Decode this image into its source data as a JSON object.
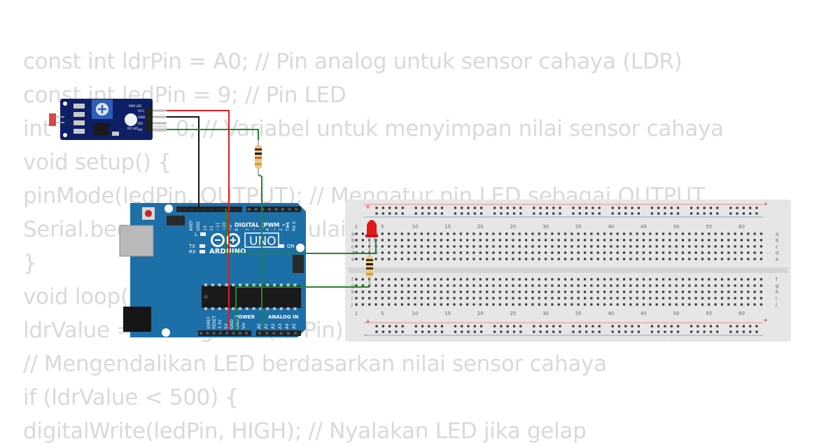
{
  "code": [
    "const int ldrPin = A0; // Pin analog untuk sensor cahaya (LDR)",
    "const int ledPin = 9; // Pin LED",
    "int ldrValue = 0; // Variabel untuk menyimpan nilai sensor cahaya",
    "void setup() {",
    "pinMode(ledPin, OUTPUT); // Mengatur pin LED sebagai OUTPUT",
    "Serial.begin(9600); // Memulai komunikasi serial",
    "}",
    "void loop() {",
    "ldrValue = analogRead(ldrPin); // Membaca nilai sensor cahaya",
    "// Mengendalikan LED berdasarkan nilai sensor cahaya",
    "if (ldrValue < 500) {",
    "digitalWrite(ledPin, HIGH); // Nyalakan LED jika gelap"
  ],
  "arduino": {
    "brand": "ARDUINO",
    "model": "UNO",
    "digital_label": "DIGITAL (PWM ~)",
    "power_label": "POWER",
    "analog_label": "ANALOG IN",
    "on_label": "ON",
    "tx_label": "TX",
    "rx_label": "RX",
    "l_label": "L",
    "top_pins": [
      "AREF",
      "GND",
      "13",
      "12",
      "~11",
      "~10",
      "~9",
      "8",
      "7",
      "~6",
      "~5",
      "4",
      "~3",
      "2",
      "TX 1",
      "RX 0"
    ],
    "power_pins": [
      "IOREF",
      "RESET",
      "3.3V",
      "5V",
      "GND",
      "GND",
      "Vin"
    ],
    "analog_pins": [
      "A0",
      "A1",
      "A2",
      "A3",
      "A4",
      "A5"
    ]
  },
  "sensor": {
    "pin_labels": [
      "VCC",
      "GND",
      "DO",
      "AO"
    ],
    "led_labels": [
      "PWR LED",
      "DO LED"
    ]
  },
  "breadboard": {
    "column_numbers": [
      "1",
      "5",
      "10",
      "15",
      "20",
      "25",
      "30",
      "35",
      "40",
      "45",
      "50",
      "55",
      "60"
    ],
    "row_letters_top": [
      "a",
      "b",
      "c",
      "d",
      "e"
    ],
    "row_letters_bottom": [
      "f",
      "g",
      "h",
      "i",
      "j"
    ],
    "plus": "+",
    "minus": "-"
  },
  "colors": {
    "code_text": "#d9d9d9",
    "arduino_board": "#1d6fa8",
    "sensor_board": "#0f1f66",
    "breadboard": "#e6e6e6",
    "wire_red": "#e11d1d",
    "wire_green": "#1e8a2e",
    "wire_black": "#111111",
    "led": "#e01818"
  }
}
